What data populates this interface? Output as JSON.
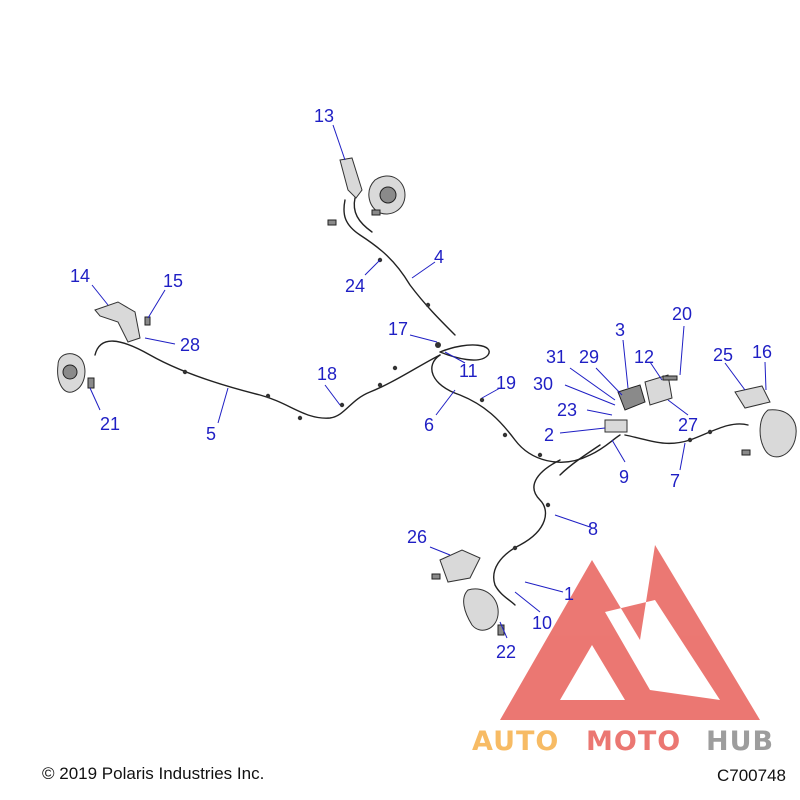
{
  "diagram": {
    "callouts": [
      "1",
      "2",
      "3",
      "4",
      "5",
      "6",
      "7",
      "8",
      "9",
      "10",
      "11",
      "12",
      "13",
      "14",
      "15",
      "16",
      "17",
      "18",
      "19",
      "20",
      "21",
      "22",
      "23",
      "24",
      "25",
      "26",
      "27",
      "28",
      "29",
      "30",
      "31"
    ],
    "copyright": "© 2019 Polaris Industries Inc.",
    "drawing_code": "C700748",
    "colors": {
      "callout": "#1f1fc4",
      "logo_red": "#e8605a",
      "logo_orange": "#f6b04a",
      "logo_gray": "#8c8c8c"
    }
  },
  "watermark": {
    "word_1": "AUTO",
    "word_2": "MOTO",
    "word_3": "HUB"
  }
}
